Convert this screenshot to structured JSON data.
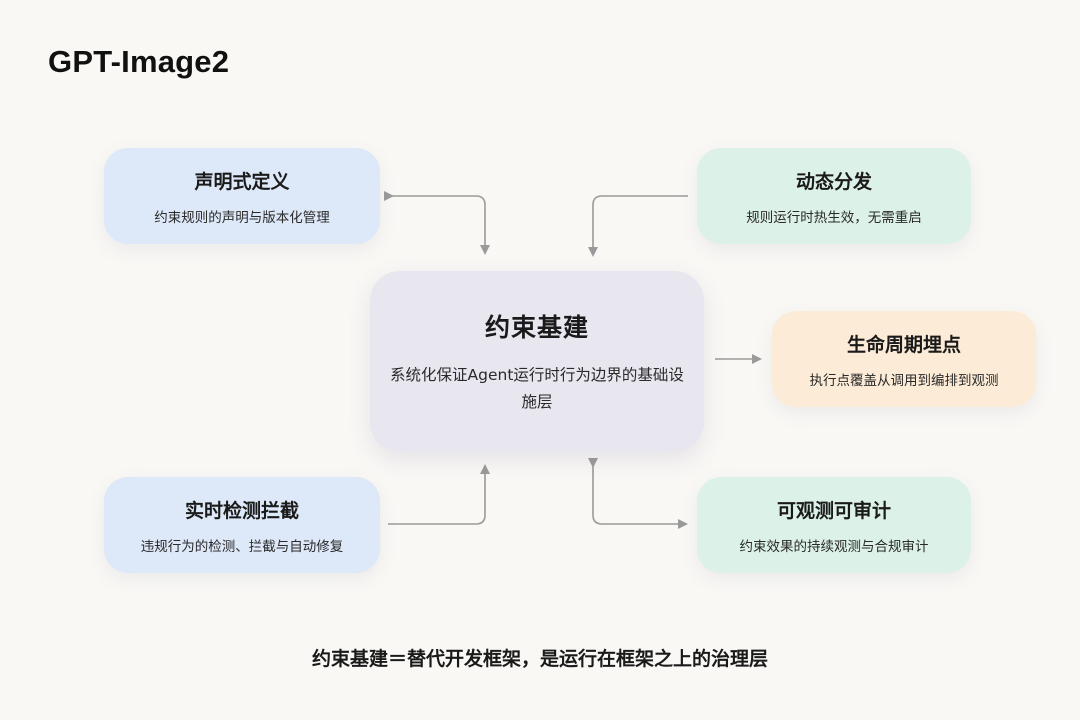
{
  "title": "GPT-Image2",
  "core": {
    "title": "约束基建",
    "description": "系统化保证Agent运行时行为边界的基础设施层"
  },
  "nodes": {
    "declarative": {
      "title": "声明式定义",
      "description": "约束规则的声明与版本化管理"
    },
    "dynamic": {
      "title": "动态分发",
      "description": "规则运行时热生效，无需重启"
    },
    "lifecycle": {
      "title": "生命周期埋点",
      "description": "执行点覆盖从调用到编排到观测"
    },
    "realtime": {
      "title": "实时检测拦截",
      "description": "违规行为的检测、拦截与自动修复"
    },
    "audit": {
      "title": "可观测可审计",
      "description": "约束效果的持续观测与合规审计"
    }
  },
  "caption": "约束基建＝替代开发框架，是运行在框架之上的治理层",
  "colors": {
    "background": "#f9f8f5",
    "core": "#e8e6ef",
    "blue_boxes": "#dde8f8",
    "green_boxes": "#dcf1e7",
    "orange_box": "#fcebd6",
    "arrows": "#9a9a9a"
  }
}
